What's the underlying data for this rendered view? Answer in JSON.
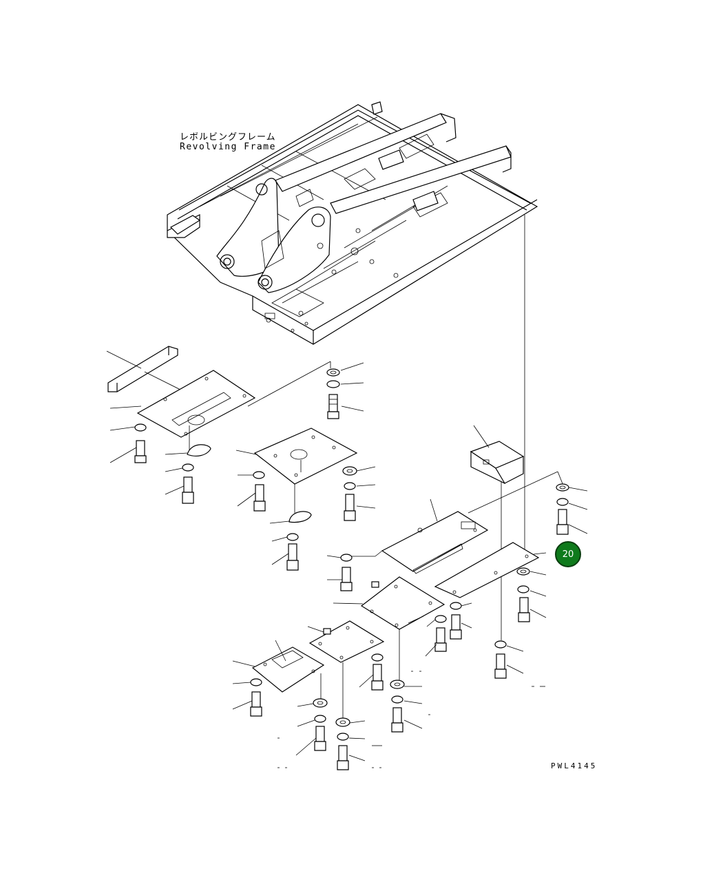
{
  "labels": {
    "frame_name_jp": "レボルビングフレーム",
    "frame_name_en": "Revolving Frame",
    "drawing_code": "PWL4145"
  },
  "callout": {
    "number": "20",
    "color": "#0f7a1c"
  }
}
